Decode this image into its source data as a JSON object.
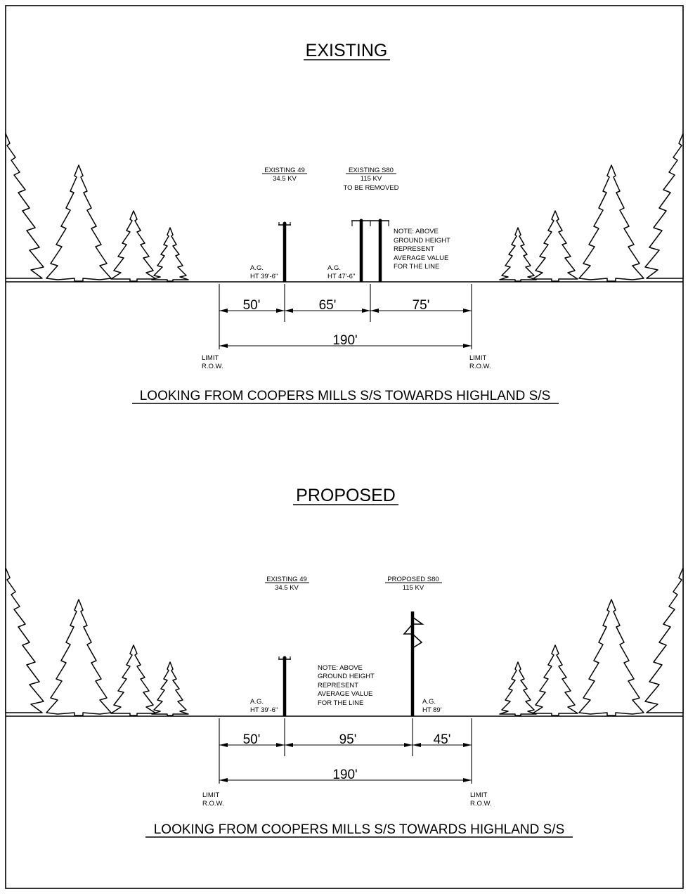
{
  "sections": [
    {
      "title": "EXISTING",
      "caption": "LOOKING FROM COOPERS MILLS S/S TOWARDS HIGHLAND S/S",
      "line_labels": [
        {
          "name": "EXISTING 49",
          "lines": [
            "34.5 KV"
          ]
        },
        {
          "name": "EXISTING S80",
          "lines": [
            "115 KV",
            "TO BE REMOVED"
          ]
        }
      ],
      "height_labels": [
        {
          "lines": [
            "A.G.",
            "HT 39'-6\""
          ]
        },
        {
          "lines": [
            "A.G.",
            "HT 47'-6\""
          ]
        }
      ],
      "note": [
        "NOTE: ABOVE",
        "GROUND HEIGHT",
        "REPRESENT",
        "AVERAGE VALUE",
        "FOR THE LINE"
      ],
      "spans": [
        "50'",
        "65'",
        "75'"
      ],
      "total": "190'",
      "limit_left": [
        "LIMIT",
        "R.O.W."
      ],
      "limit_right": [
        "LIMIT",
        "R.O.W."
      ]
    },
    {
      "title": "PROPOSED",
      "caption": "LOOKING FROM COOPERS MILLS S/S TOWARDS HIGHLAND S/S",
      "line_labels": [
        {
          "name": "EXISTING 49",
          "lines": [
            "34.5 KV"
          ]
        },
        {
          "name": "PROPOSED S80",
          "lines": [
            "115 KV"
          ]
        }
      ],
      "height_labels": [
        {
          "lines": [
            "A.G.",
            "HT 39'-6\""
          ]
        },
        {
          "lines": [
            "A.G.",
            "HT 89'"
          ]
        }
      ],
      "note": [
        "NOTE: ABOVE",
        "GROUND HEIGHT",
        "REPRESENT",
        "AVERAGE VALUE",
        "FOR THE LINE"
      ],
      "spans": [
        "50'",
        "95'",
        "45'"
      ],
      "total": "190'",
      "limit_left": [
        "LIMIT",
        "R.O.W."
      ],
      "limit_right": [
        "LIMIT",
        "R.O.W."
      ]
    }
  ]
}
